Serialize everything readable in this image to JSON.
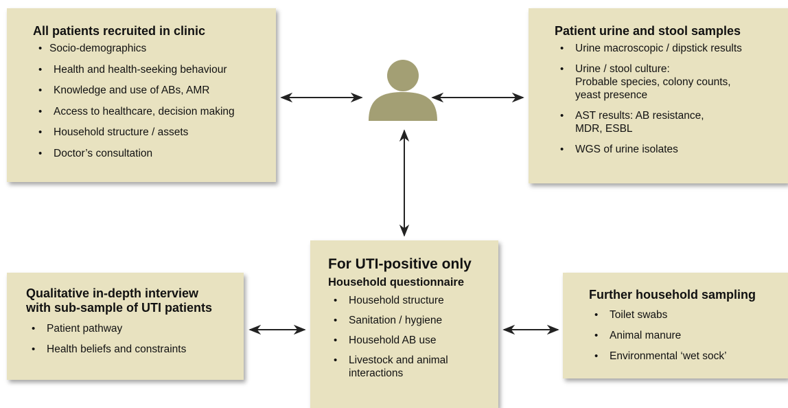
{
  "clinic_box": {
    "title": "All patients recruited in clinic",
    "items": [
      "Socio-demographics",
      "Health and health-seeking behaviour",
      "Knowledge and use of ABs, AMR",
      "Access to healthcare, decision making",
      "Household structure / assets",
      "Doctor’s consultation"
    ]
  },
  "samples_box": {
    "title": "Patient urine and stool samples",
    "items": [
      "Urine macroscopic / dipstick results",
      "Urine / stool culture:",
      "Probable species, colony counts,",
      "yeast presence",
      "AST results: AB resistance,",
      "MDR, ESBL",
      "WGS of urine isolates"
    ]
  },
  "uti_box": {
    "title": "For UTI-positive only",
    "subtitle": "Household questionnaire",
    "items": [
      "Household structure",
      "Sanitation / hygiene",
      "Household AB use",
      "Livestock and animal",
      "interactions"
    ]
  },
  "qualitative_box": {
    "title_line1": "Qualitative in-depth interview",
    "title_line2": "with sub-sample of UTI patients",
    "items": [
      "Patient pathway",
      "Health beliefs and constraints"
    ]
  },
  "further_box": {
    "title": "Further household sampling",
    "items": [
      "Toilet swabs",
      "Animal manure",
      "Environmental ‘wet sock’"
    ]
  },
  "patient_icon": {
    "icon": "person-icon",
    "color": "#a39f74"
  },
  "arrow_color": "#222222"
}
